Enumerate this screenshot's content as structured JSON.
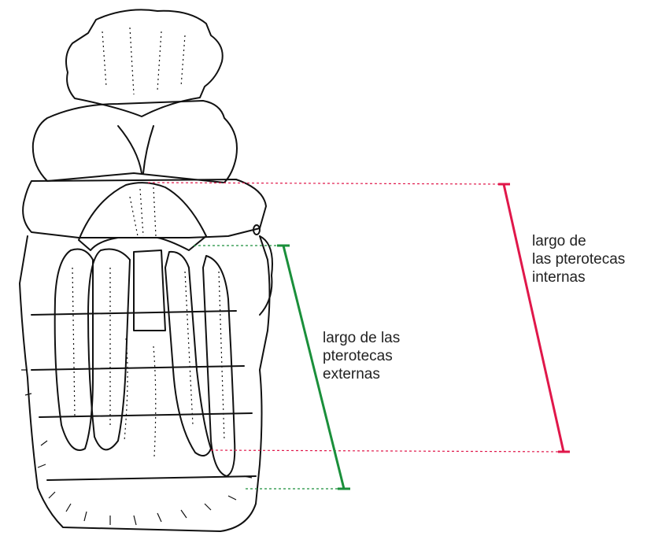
{
  "labels": {
    "inner": [
      "largo de",
      "las pterotecas",
      "internas"
    ],
    "outer": [
      "largo de las",
      "pterotecas",
      "externas"
    ]
  },
  "colors": {
    "inner_measure": "#e0174a",
    "outer_measure": "#1a8f3a",
    "drawing": "#111111"
  }
}
